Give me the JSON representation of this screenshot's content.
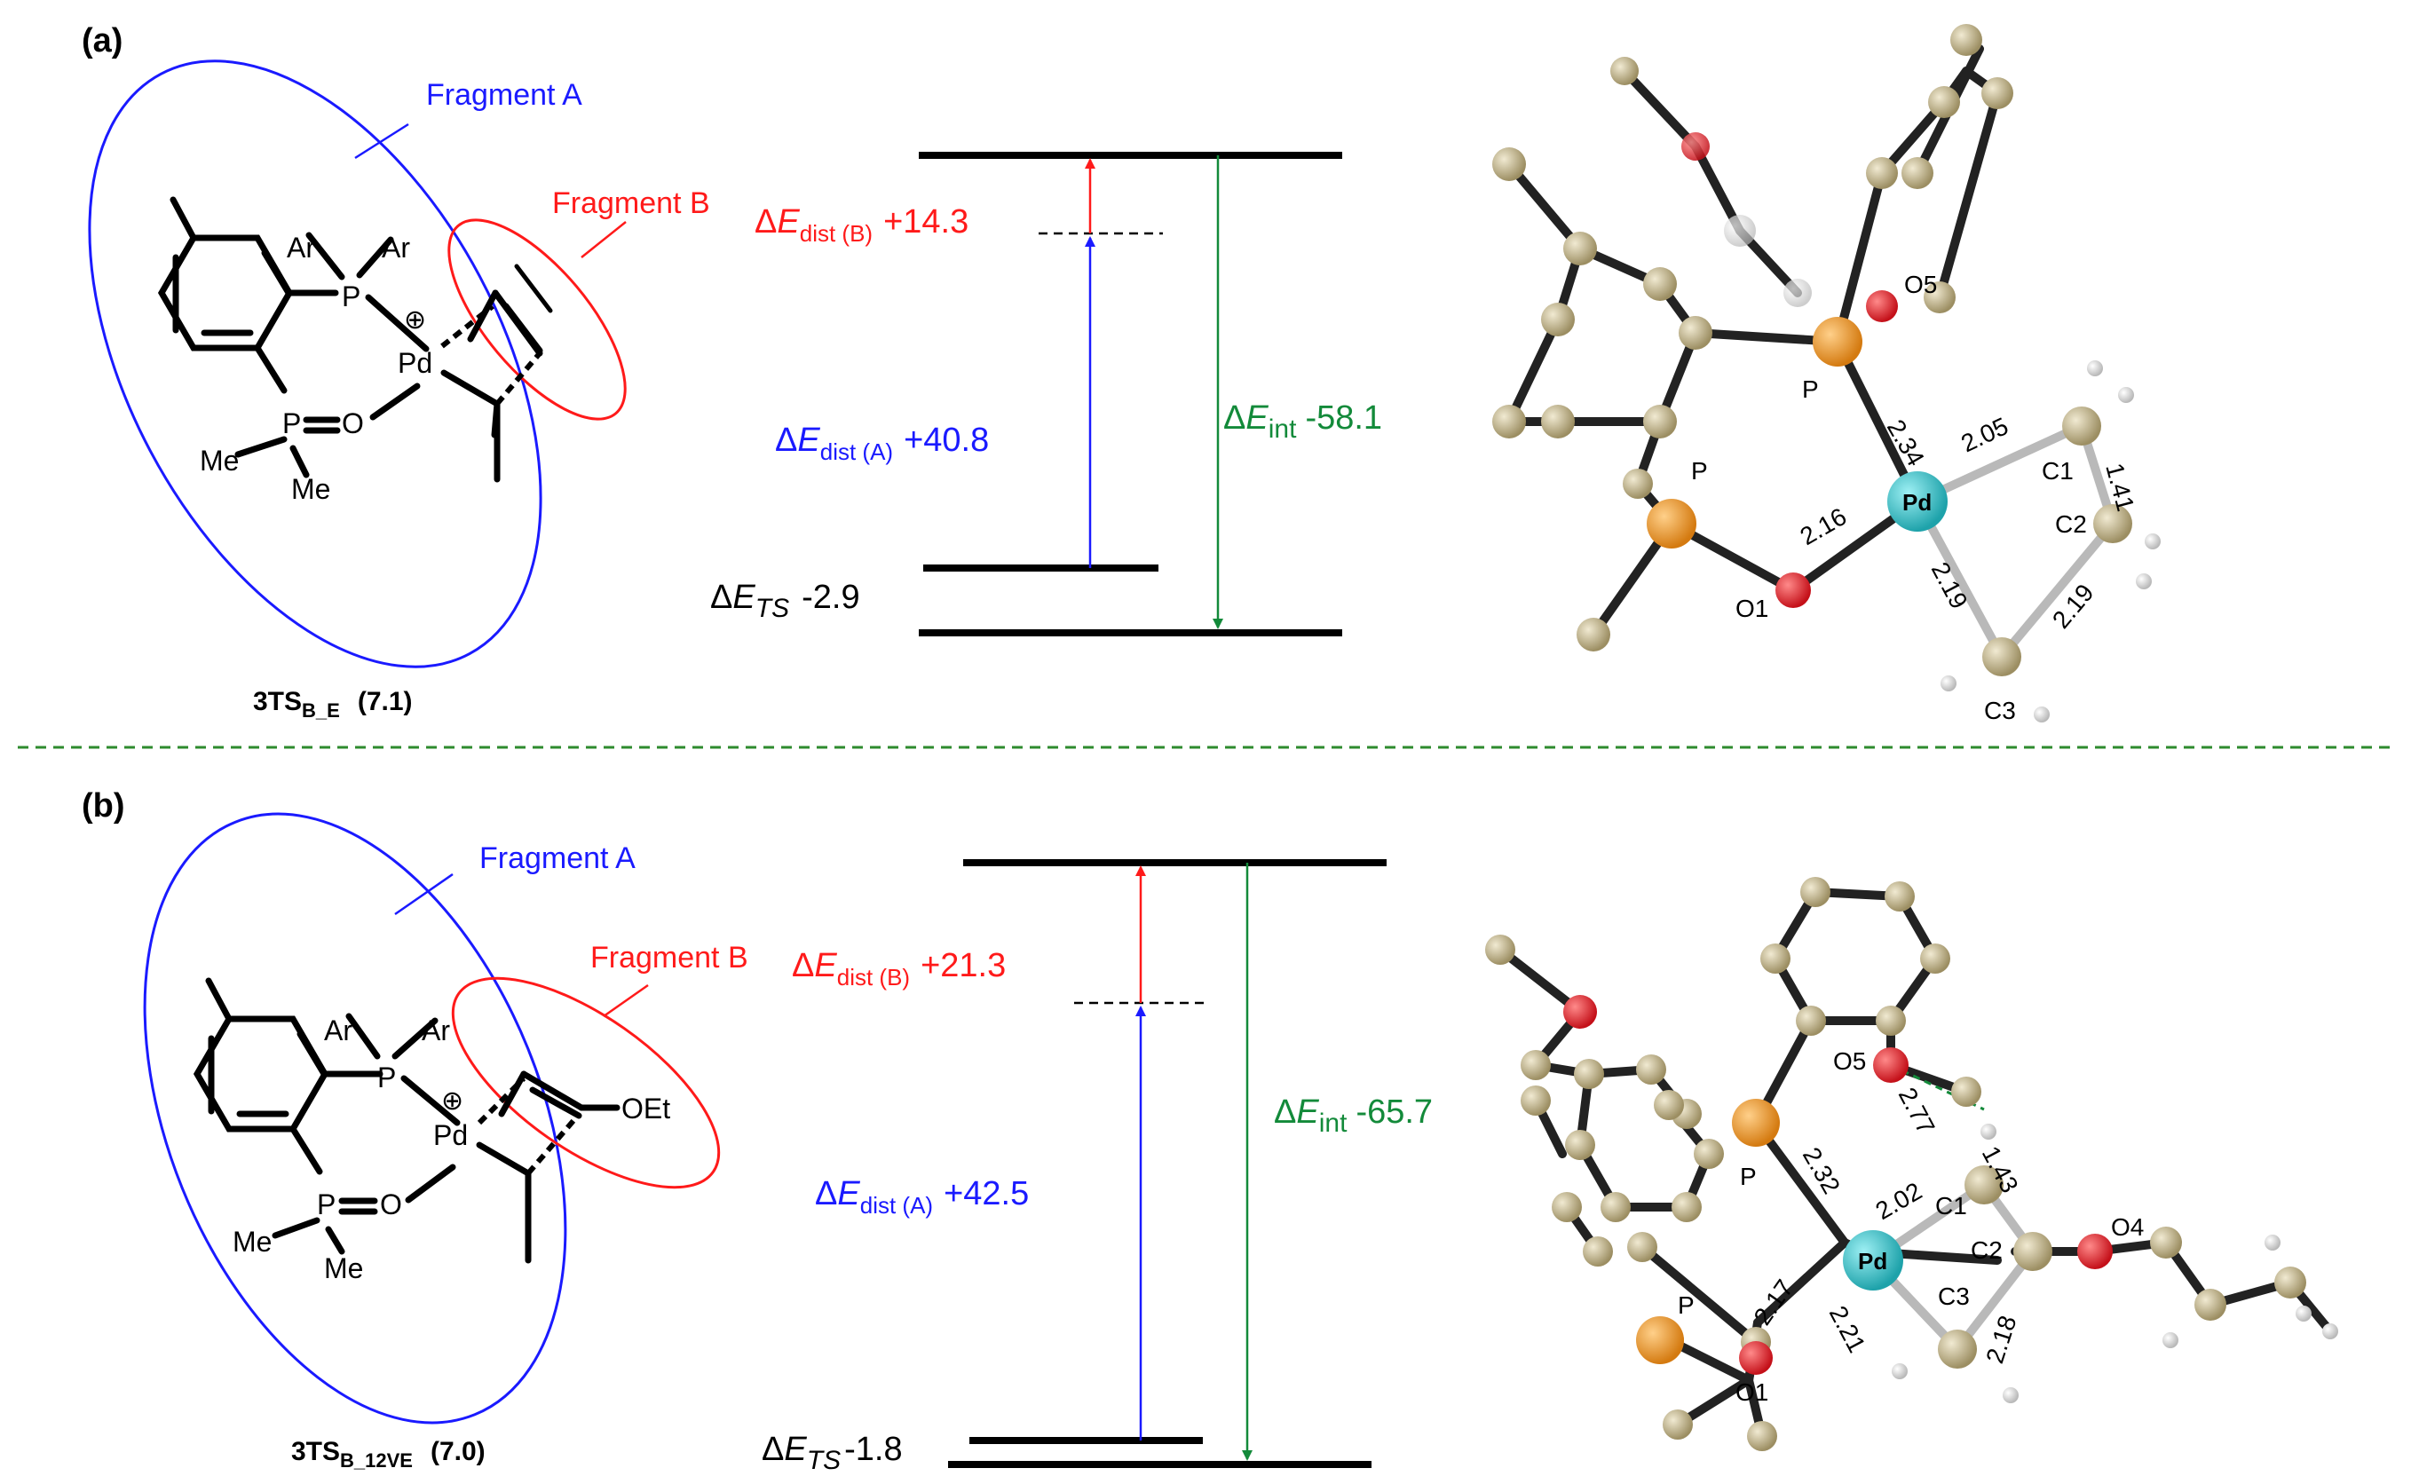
{
  "panels": [
    {
      "label": "(a)",
      "fragment_a": "Fragment A",
      "fragment_b": "Fragment B",
      "structure": {
        "ar1": "Ar",
        "ar2": "Ar",
        "p": "P",
        "pd": "Pd",
        "p2": "P",
        "o": "O",
        "me1": "Me",
        "me2": "Me",
        "plus": "⊕",
        "oet": ""
      },
      "caption": {
        "main": "3TS",
        "sub": "B_E",
        "value": "(7.1)"
      },
      "energy": {
        "dist_b": {
          "prefix": "Δ",
          "var": "E",
          "sub": "dist (B)",
          "value": "+14.3"
        },
        "dist_a": {
          "prefix": "Δ",
          "var": "E",
          "sub": "dist (A)",
          "value": "+40.8"
        },
        "int": {
          "prefix": "Δ",
          "var": "E",
          "sub": "int",
          "value": "-58.1"
        },
        "ts": {
          "prefix": "Δ",
          "var": "E",
          "sub": "TS",
          "value": "-2.9"
        }
      },
      "model": {
        "labels": {
          "o5": "O5",
          "p_top": "P",
          "p_left": "P",
          "o1": "O1",
          "pd": "Pd",
          "c1": "C1",
          "c2": "C2",
          "c3": "C3",
          "o4": ""
        },
        "distances": {
          "p_pd": "2.34",
          "pd_c1": "2.05",
          "c1_c2": "1.41",
          "o1_pd": "2.16",
          "pd_c3": "2.19",
          "c2_c3": "2.19",
          "o5_h": ""
        }
      }
    },
    {
      "label": "(b)",
      "fragment_a": "Fragment A",
      "fragment_b": "Fragment B",
      "structure": {
        "ar1": "Ar",
        "ar2": "Ar",
        "p": "P",
        "pd": "Pd",
        "p2": "P",
        "o": "O",
        "me1": "Me",
        "me2": "Me",
        "plus": "⊕",
        "oet": "OEt"
      },
      "caption": {
        "main": "3TS",
        "sub": "B_12VE",
        "value": "(7.0)"
      },
      "energy": {
        "dist_b": {
          "prefix": "Δ",
          "var": "E",
          "sub": "dist (B)",
          "value": "+21.3"
        },
        "dist_a": {
          "prefix": "Δ",
          "var": "E",
          "sub": "dist (A)",
          "value": "+42.5"
        },
        "int": {
          "prefix": "Δ",
          "var": "E",
          "sub": "int",
          "value": "-65.7"
        },
        "ts": {
          "prefix": "Δ",
          "var": "E",
          "sub": "TS",
          "value": "-1.8"
        }
      },
      "model": {
        "labels": {
          "o5": "O5",
          "p_top": "P",
          "p_left": "P",
          "o1": "O1",
          "pd": "Pd",
          "c1": "C1",
          "c2": "C2",
          "c3": "C3",
          "o4": "O4"
        },
        "distances": {
          "p_pd": "2.32",
          "pd_c1": "2.02",
          "c1_c2": "1.43",
          "o1_pd": "2.17",
          "pd_c3": "2.21",
          "c2_c3": "2.18",
          "o5_h": "2.77"
        }
      }
    }
  ],
  "colors": {
    "fragment_a": "#1a1aff",
    "fragment_b": "#ff1a1a",
    "interaction": "#138a3a",
    "separator": "#2e8b2e",
    "carbon": "#c8b98a",
    "phosphorus": "#f29a22",
    "oxygen": "#e5232b",
    "palladium": "#2bc0c8",
    "hydrogen": "#ffffff"
  }
}
